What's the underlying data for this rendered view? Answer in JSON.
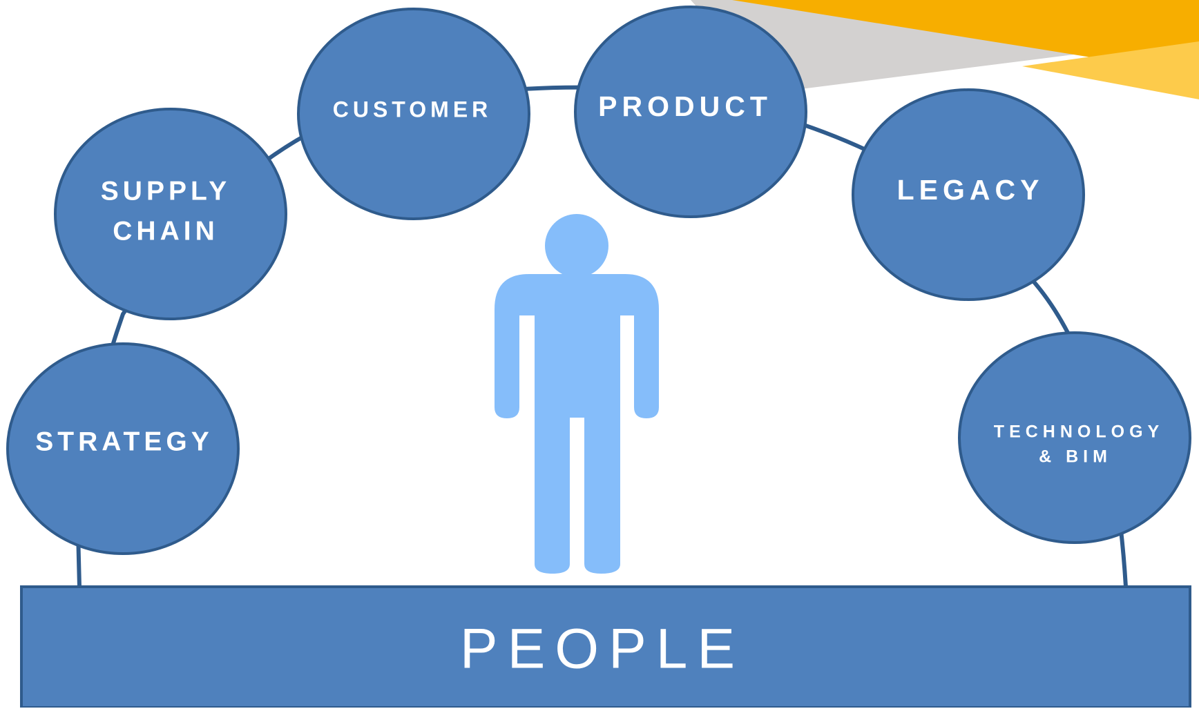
{
  "diagram": {
    "nodes": [
      {
        "id": "strategy",
        "lines": [
          "STRATEGY"
        ]
      },
      {
        "id": "supply-chain",
        "lines": [
          "SUPPLY",
          "CHAIN"
        ]
      },
      {
        "id": "customer",
        "lines": [
          "CUSTOMER"
        ]
      },
      {
        "id": "product",
        "lines": [
          "PRODUCT"
        ]
      },
      {
        "id": "legacy",
        "lines": [
          "LEGACY"
        ]
      },
      {
        "id": "technology-bim",
        "lines": [
          "TECHNOLOGY",
          "& BIM"
        ]
      }
    ],
    "base_label": "PEOPLE"
  },
  "colors": {
    "node_fill": "#4F81BD",
    "node_stroke": "#2F5B8C",
    "arc_stroke": "#2F5B8C",
    "person_fill": "#85BDFA",
    "accent_orange": "#F7AE00",
    "accent_yellow": "#FDCB4B",
    "accent_gray": "#D3D1D0"
  }
}
